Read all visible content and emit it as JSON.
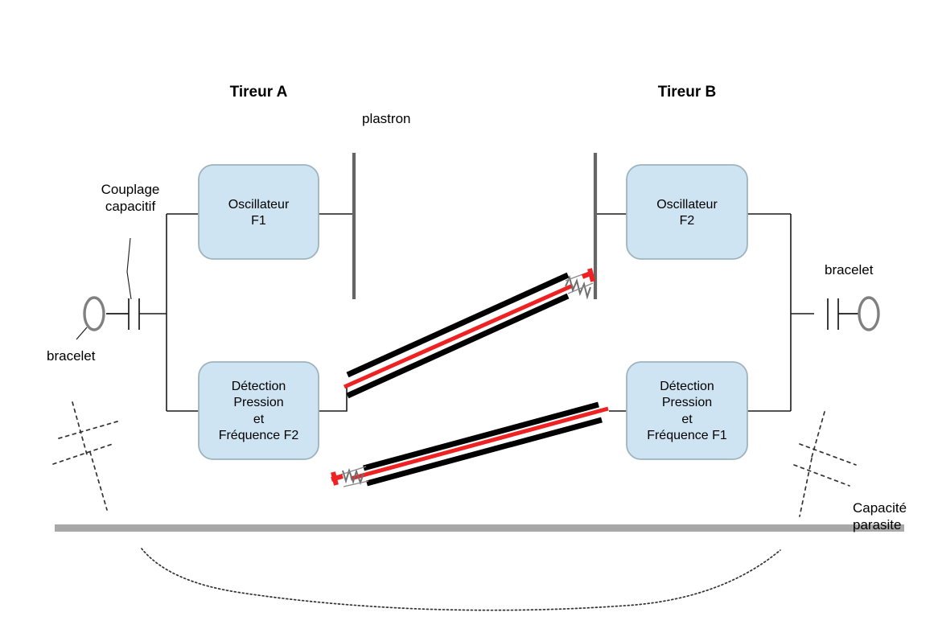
{
  "diagram": {
    "title_a": "Tireur A",
    "title_b": "Tireur B",
    "plastron_label": "plastron",
    "couplage_label": "Couplage\ncapacitif",
    "bracelet_left_label": "bracelet",
    "bracelet_right_label": "bracelet",
    "capacite_parasite_label": "Capacité\nparasite",
    "boxes": {
      "oscillator_a": "Oscillateur\nF1",
      "oscillator_b": "Oscillateur\nF2",
      "detection_a": "Détection\nPression\net\nFréquence F2",
      "detection_b": "Détection\nPression\net\nFréquence F1"
    },
    "colors": {
      "box_fill": "#cfe4f2",
      "box_stroke": "#9fb3bf",
      "wire": "#1a1a1a",
      "plastron": "#666666",
      "bracelet_ring": "#808080",
      "blade_black": "#000000",
      "blade_red": "#ee2222",
      "ground": "#a8a8a8",
      "dotted": "#333333",
      "text": "#000000"
    },
    "icons": {
      "blade_upper": "epee-blade-upper",
      "blade_lower": "epee-blade-lower",
      "spring_upper": "spring-tip",
      "spring_lower": "spring-tip",
      "capacitor_left": "capacitor-symbol",
      "capacitor_right": "capacitor-symbol",
      "parasitic_left": "parasitic-capacitor-symbol",
      "parasitic_right": "parasitic-capacitor-symbol",
      "ground_bar": "ground-piste",
      "ground_curve": "dotted-return-path"
    }
  }
}
